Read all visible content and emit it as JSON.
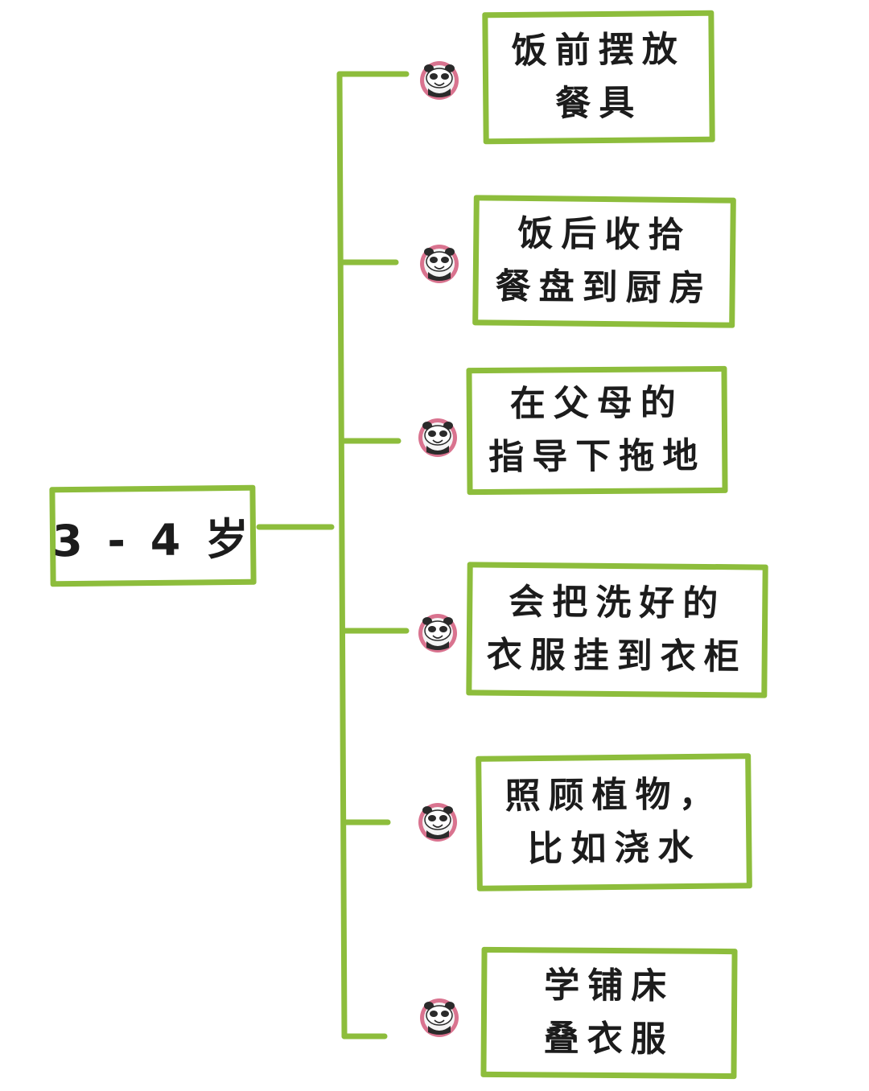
{
  "root": {
    "label": "3 - 4 岁"
  },
  "tasks": [
    {
      "lines": [
        "饭前摆放",
        "餐具"
      ]
    },
    {
      "lines": [
        "饭后收拾",
        "餐盘到厨房"
      ]
    },
    {
      "lines": [
        "在父母的",
        "指导下拖地"
      ]
    },
    {
      "lines": [
        "会把洗好的",
        "衣服挂到衣柜"
      ]
    },
    {
      "lines": [
        "照顾植物，",
        "比如浇水"
      ]
    },
    {
      "lines": [
        "学铺床",
        "叠衣服"
      ]
    }
  ],
  "colors": {
    "border": "#8dbd3c",
    "line": "#8dbd3c",
    "text": "#1c1c1c",
    "avatar_ring": "#d9738f"
  },
  "icons": {
    "task_avatar": "panda-avatar-icon"
  }
}
